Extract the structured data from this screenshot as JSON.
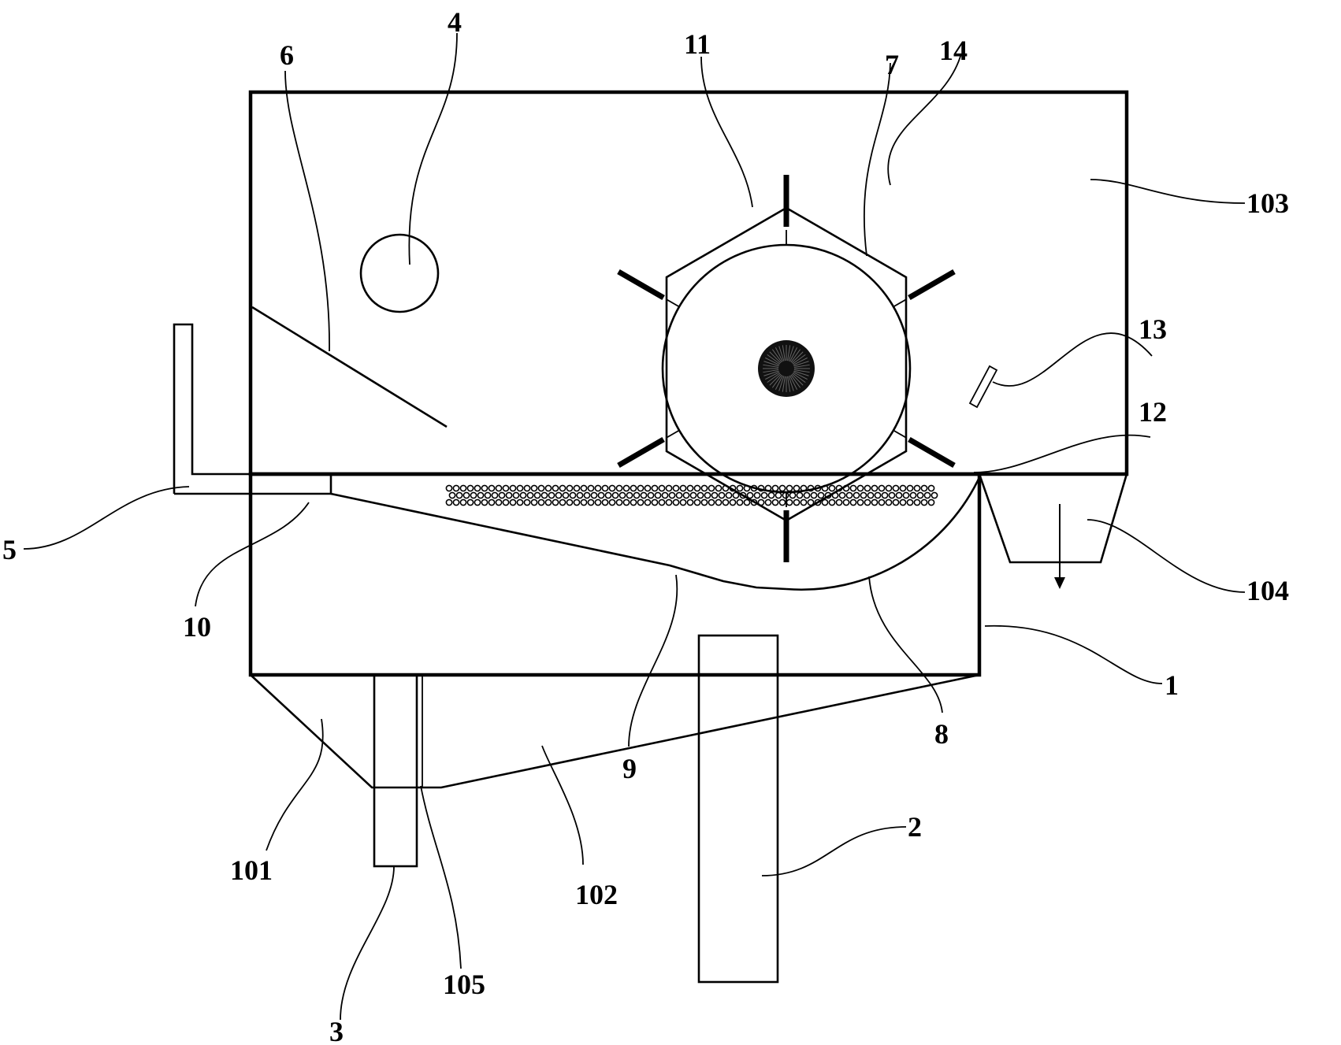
{
  "labels": [
    {
      "id": "1",
      "text": "1"
    },
    {
      "id": "2",
      "text": "2"
    },
    {
      "id": "3",
      "text": "3"
    },
    {
      "id": "4",
      "text": "4"
    },
    {
      "id": "5",
      "text": "5"
    },
    {
      "id": "6",
      "text": "6"
    },
    {
      "id": "7",
      "text": "7"
    },
    {
      "id": "8",
      "text": "8"
    },
    {
      "id": "9",
      "text": "9"
    },
    {
      "id": "10",
      "text": "10"
    },
    {
      "id": "11",
      "text": "11"
    },
    {
      "id": "12",
      "text": "12"
    },
    {
      "id": "13",
      "text": "13"
    },
    {
      "id": "14",
      "text": "14"
    },
    {
      "id": "101",
      "text": "101"
    },
    {
      "id": "102",
      "text": "102"
    },
    {
      "id": "103",
      "text": "103"
    },
    {
      "id": "104",
      "text": "104"
    },
    {
      "id": "105",
      "text": "105"
    }
  ]
}
